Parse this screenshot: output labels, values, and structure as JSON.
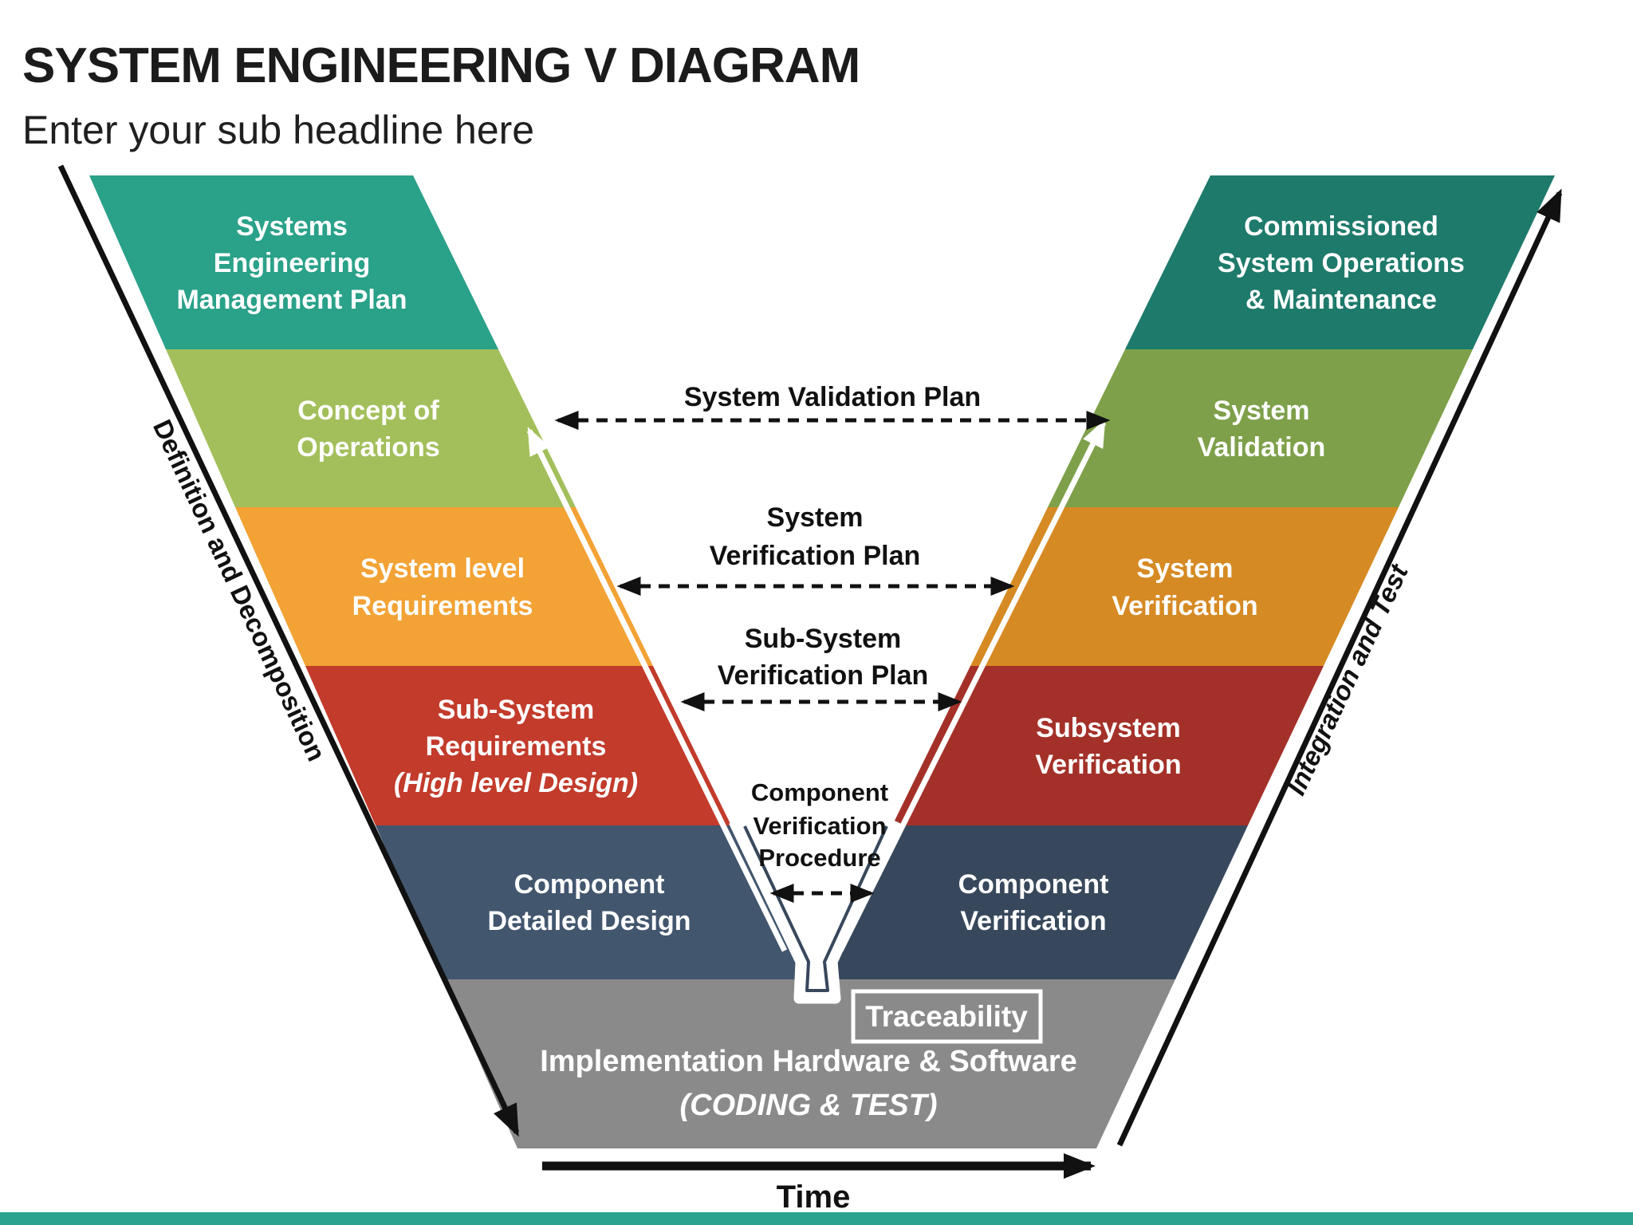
{
  "header": {
    "title": "SYSTEM ENGINEERING V DIAGRAM",
    "subtitle": "Enter your sub headline here"
  },
  "left_branch": {
    "axis_label": "Definition and Decomposition",
    "bands": [
      {
        "id": "systems-engineering-management-plan",
        "lines": [
          "Systems",
          "Engineering",
          "Management Plan"
        ],
        "color": "#2AA189"
      },
      {
        "id": "concept-of-operations",
        "lines": [
          "Concept of",
          "Operations"
        ],
        "color": "#A3BF5B"
      },
      {
        "id": "system-level-requirements",
        "lines": [
          "System level",
          "Requirements"
        ],
        "color": "#F3A235"
      },
      {
        "id": "sub-system-requirements",
        "lines": [
          "Sub-System",
          "Requirements",
          "(High level Design)"
        ],
        "color": "#C23B2B"
      },
      {
        "id": "component-detailed-design",
        "lines": [
          "Component",
          "Detailed Design"
        ],
        "color": "#42566E"
      }
    ]
  },
  "right_branch": {
    "axis_label": "Integration and Test",
    "bands": [
      {
        "id": "commissioned-system-operations-maintenance",
        "lines": [
          "Commissioned",
          "System Operations",
          "& Maintenance"
        ],
        "color": "#1E7A6B"
      },
      {
        "id": "system-validation",
        "lines": [
          "System",
          "Validation"
        ],
        "color": "#7EA04A"
      },
      {
        "id": "system-verification",
        "lines": [
          "System",
          "Verification"
        ],
        "color": "#D68A23"
      },
      {
        "id": "subsystem-verification",
        "lines": [
          "Subsystem",
          "Verification"
        ],
        "color": "#A43129"
      },
      {
        "id": "component-verification",
        "lines": [
          "Component",
          "Verification"
        ],
        "color": "#38485C"
      }
    ]
  },
  "base_band": {
    "lines": [
      "Implementation Hardware & Software",
      "(CODING & TEST)"
    ],
    "color": "#8A8A8A",
    "traceability_label": "Traceability"
  },
  "connectors": [
    {
      "id": "system-validation-plan",
      "lines": [
        "System Validation Plan"
      ]
    },
    {
      "id": "system-verification-plan",
      "lines": [
        "System",
        "Verification Plan"
      ]
    },
    {
      "id": "sub-system-verification-plan",
      "lines": [
        "Sub-System",
        "Verification Plan"
      ]
    },
    {
      "id": "component-verification-procedure",
      "lines": [
        "Component",
        "Verification",
        "Procedure"
      ]
    }
  ],
  "time_axis": {
    "label": "Time"
  },
  "colors": {
    "footer_bar": "#2AA28F",
    "line_black": "#111111",
    "notch_accent": "#38485C"
  }
}
